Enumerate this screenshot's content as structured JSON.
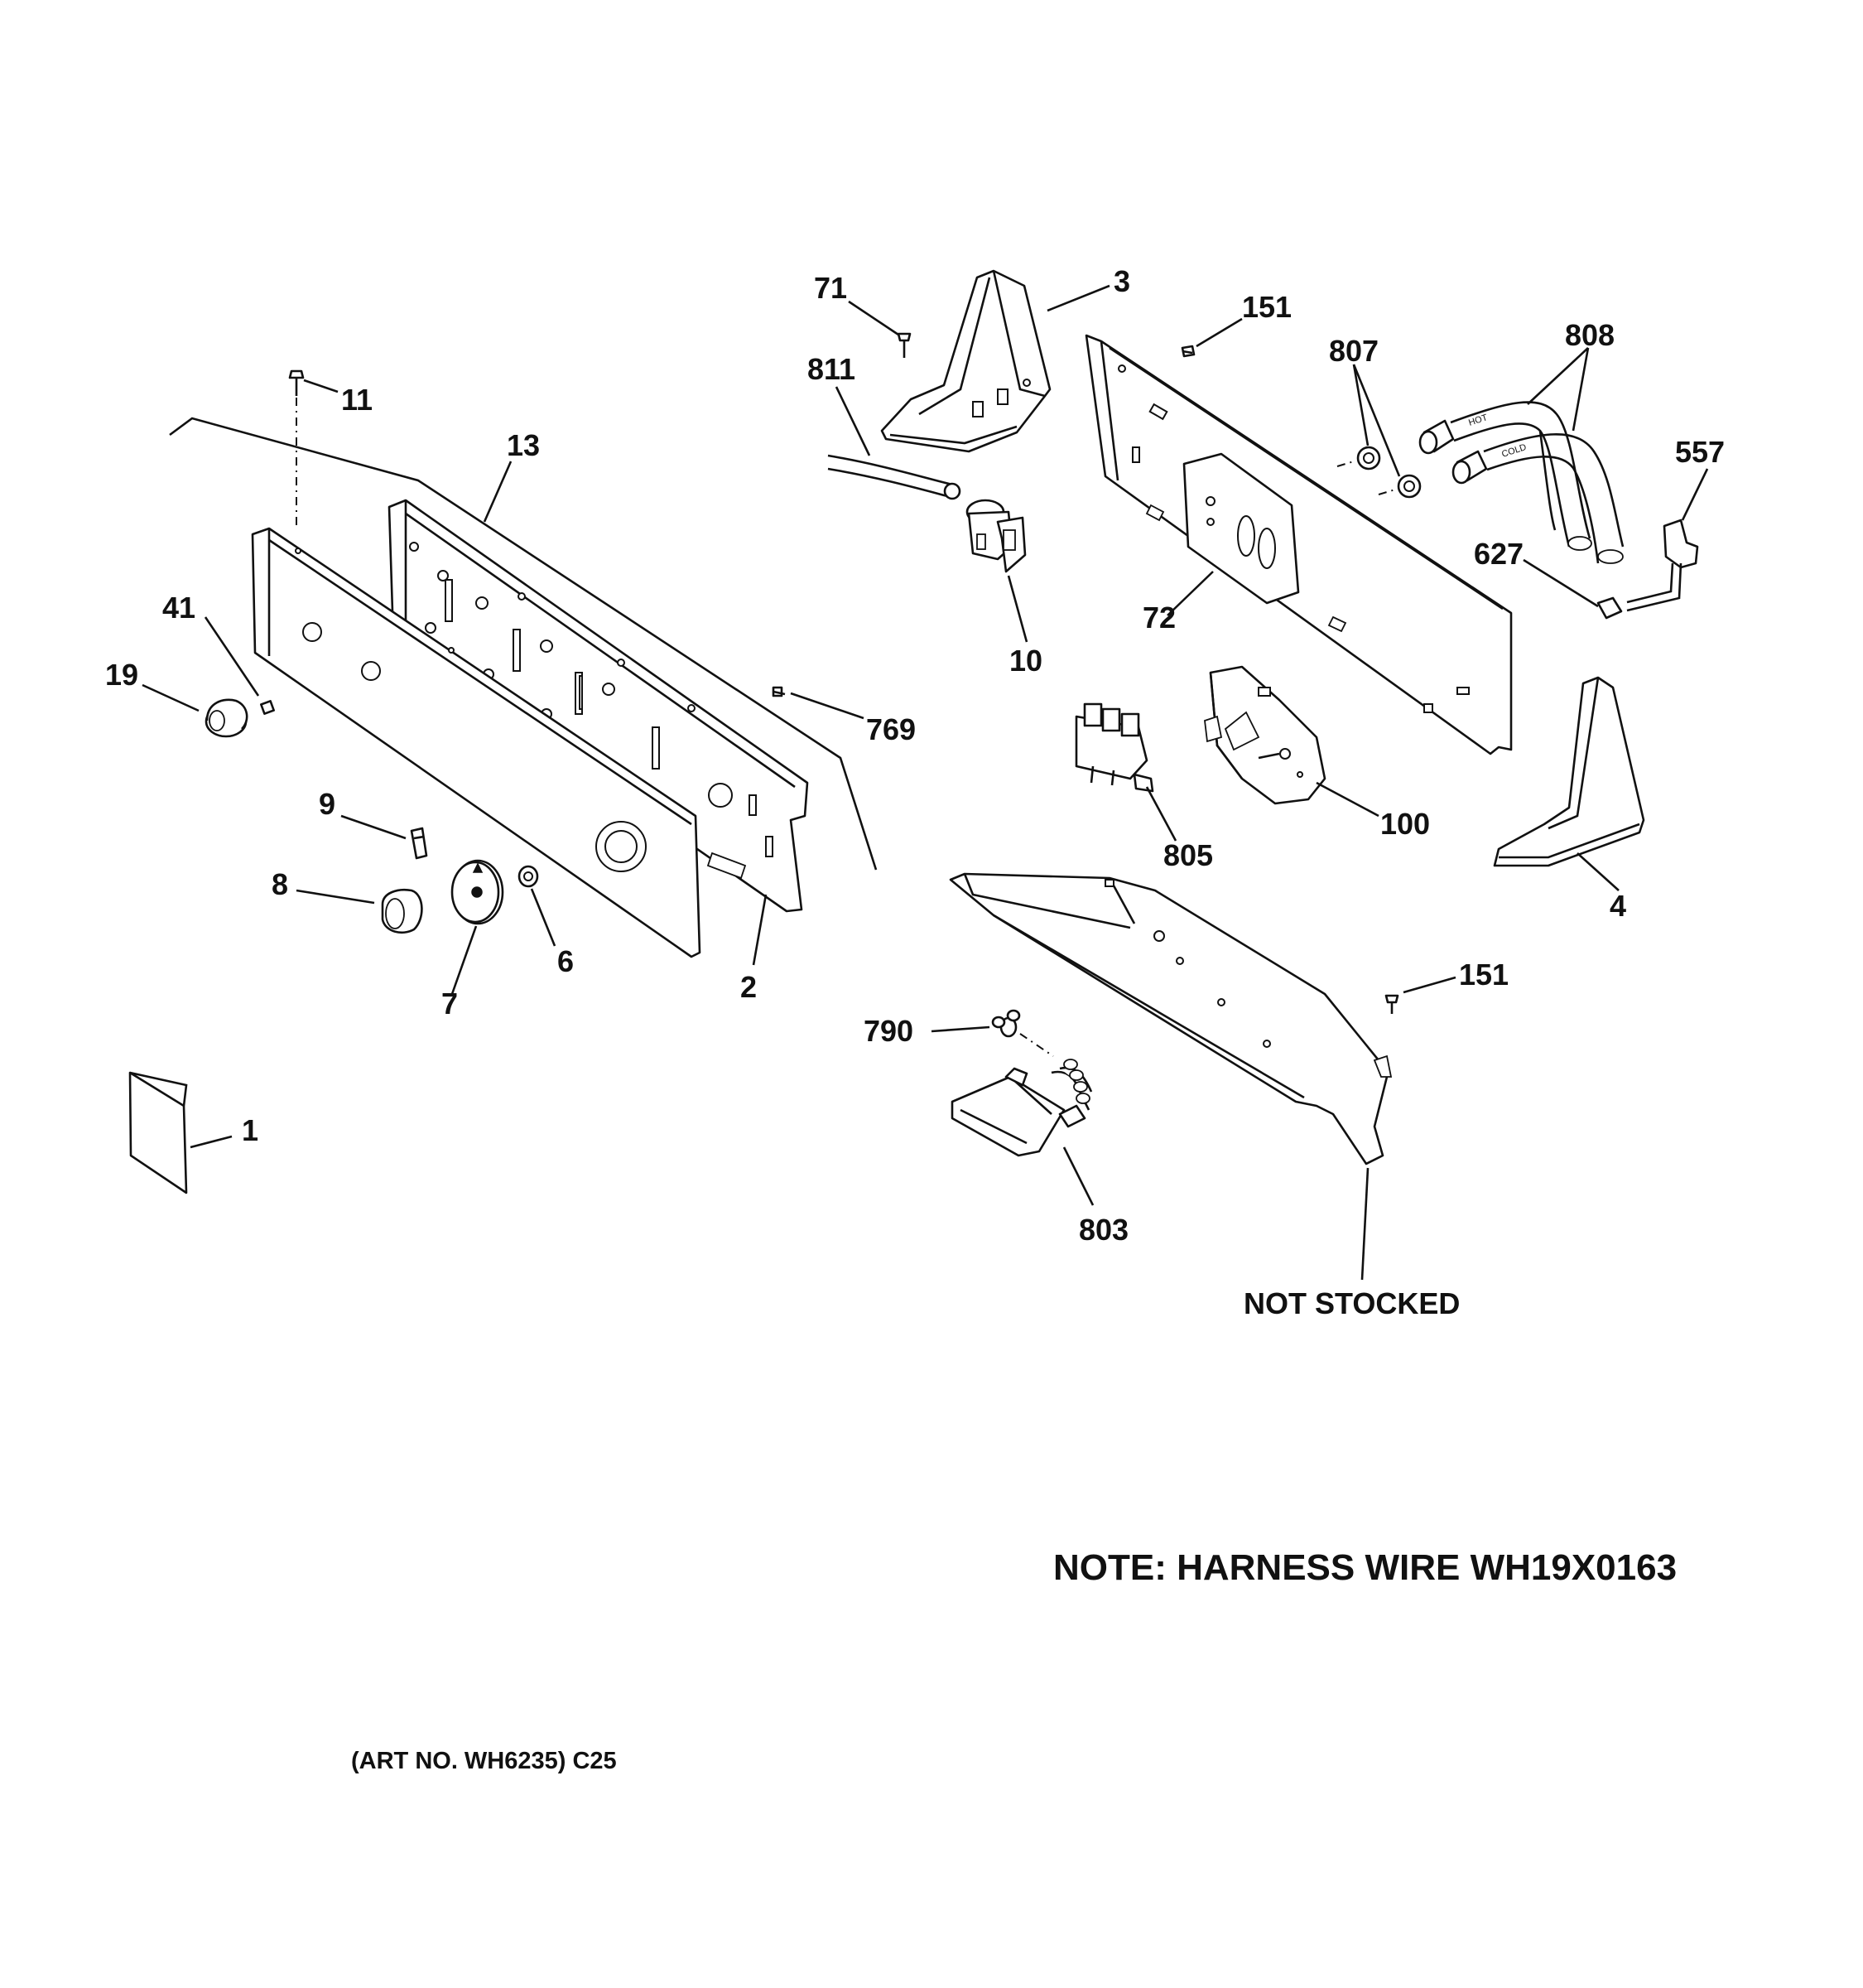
{
  "labels": {
    "p1": "1",
    "p2": "2",
    "p3": "3",
    "p4": "4",
    "p6": "6",
    "p7": "7",
    "p8": "8",
    "p9": "9",
    "p10": "10",
    "p11": "11",
    "p13": "13",
    "p19": "19",
    "p41": "41",
    "p71": "71",
    "p72": "72",
    "p100": "100",
    "p151a": "151",
    "p151b": "151",
    "p557": "557",
    "p627": "627",
    "p769": "769",
    "p790": "790",
    "p803": "803",
    "p805": "805",
    "p807": "807",
    "p808": "808",
    "p811": "811"
  },
  "not_stocked": "NOT STOCKED",
  "note": "NOTE: HARNESS WIRE WH19X0163",
  "art_no": "(ART NO. WH6235) C25",
  "hose_markings": {
    "hot": "HOT",
    "cold": "COLD"
  }
}
